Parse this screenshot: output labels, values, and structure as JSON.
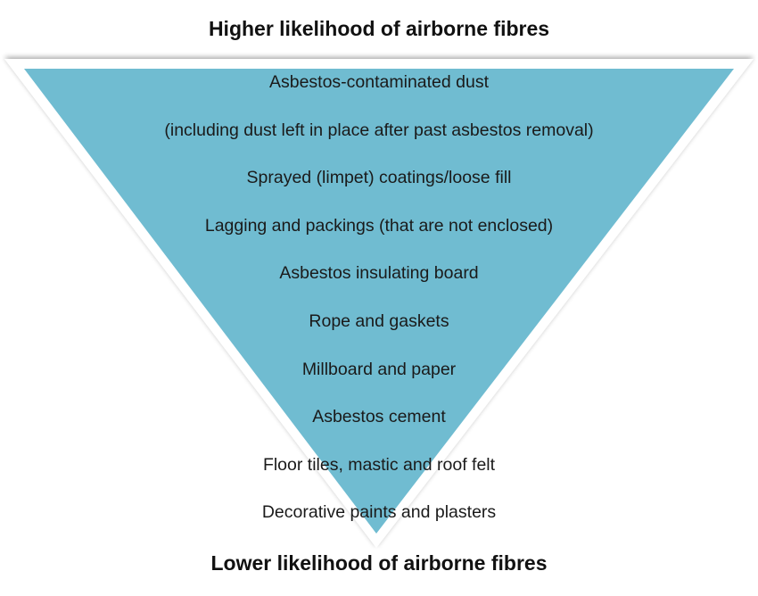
{
  "diagram": {
    "top_label": "Higher likelihood of airborne fibres",
    "bottom_label": "Lower likelihood of airborne fibres",
    "fill_color": "#70bcd1",
    "items": [
      "Asbestos-contaminated dust",
      "(including dust left in place after past asbestos removal)",
      "Sprayed (limpet) coatings/loose fill",
      "Lagging and packings (that are not enclosed)",
      "Asbestos insulating board",
      "Rope and gaskets",
      "Millboard and paper",
      "Asbestos cement",
      "Floor tiles, mastic and roof felt",
      "Decorative paints and plasters"
    ]
  }
}
